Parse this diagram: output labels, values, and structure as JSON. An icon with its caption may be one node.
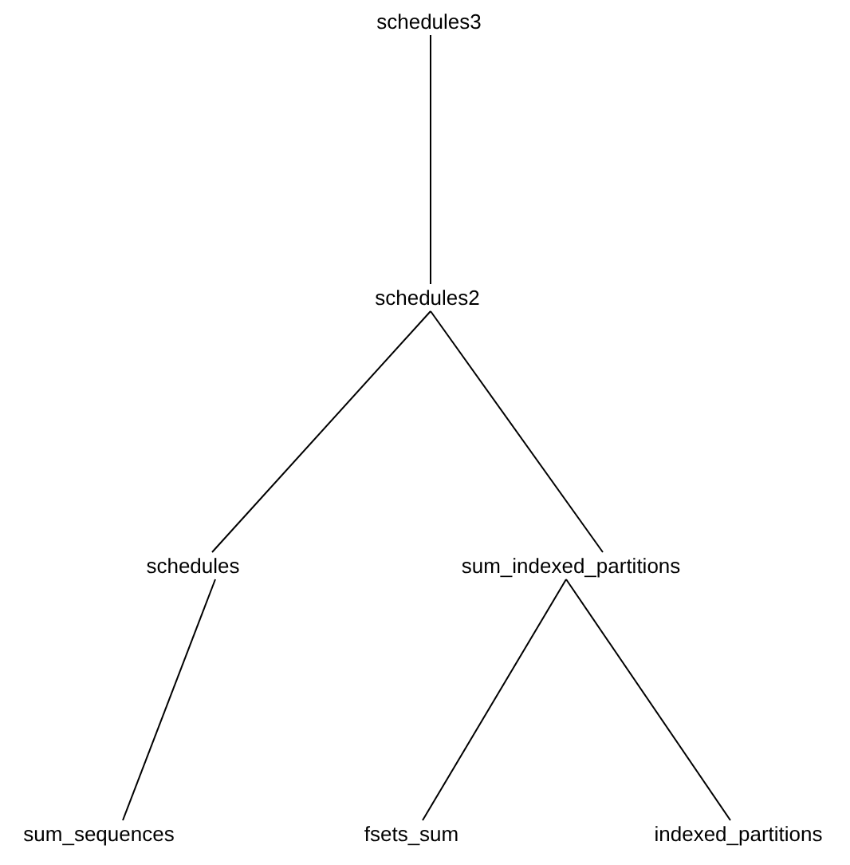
{
  "diagram": {
    "nodes": [
      {
        "text": [
          "schedules3"
        ]
      },
      {
        "text": [
          "schedules2"
        ]
      },
      {
        "text": [
          "schedules"
        ]
      },
      {
        "text": [
          "sum_indexed_partitions"
        ]
      },
      {
        "text": [
          "sum_sequences"
        ]
      },
      {
        "text": [
          "fsets_sum"
        ]
      },
      {
        "text": [
          "indexed_partitions"
        ]
      }
    ],
    "edges": [
      {
        "from": 0,
        "to": 1,
        "arrow": "none"
      },
      {
        "from": 1,
        "to": 2,
        "arrow": "none"
      },
      {
        "from": 1,
        "to": 3,
        "arrow": "none"
      },
      {
        "from": 2,
        "to": 4,
        "arrow": "none"
      },
      {
        "from": 3,
        "to": 5,
        "arrow": "none"
      },
      {
        "from": 3,
        "to": 6,
        "arrow": "none"
      }
    ]
  }
}
